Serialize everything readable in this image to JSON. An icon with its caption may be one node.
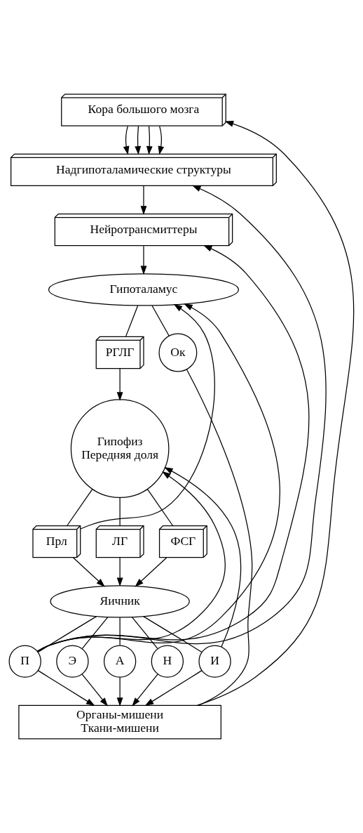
{
  "diagram": {
    "nodes": [
      {
        "text": [
          "Кора большого мозга"
        ]
      },
      {
        "text": [
          "Надгипоталамические структуры"
        ]
      },
      {
        "text": [
          "Нейротрансмиттеры"
        ]
      },
      {
        "text": [
          "Гипоталамус"
        ]
      },
      {
        "text": [
          "РГЛГ"
        ]
      },
      {
        "text": [
          "Ок"
        ]
      },
      {
        "text": [
          "Гипофиз",
          "Передняя доля"
        ]
      },
      {
        "text": [
          "Прл"
        ]
      },
      {
        "text": [
          "ЛГ"
        ]
      },
      {
        "text": [
          "ФСГ"
        ]
      },
      {
        "text": [
          "Яичник"
        ]
      },
      {
        "text": [
          "П"
        ]
      },
      {
        "text": [
          "Э"
        ]
      },
      {
        "text": [
          "А"
        ]
      },
      {
        "text": [
          "Н"
        ]
      },
      {
        "text": [
          "И"
        ]
      },
      {
        "text": [
          "Органы-мишени",
          "Ткани-мишени"
        ]
      }
    ],
    "edges": [
      {
        "from": 0,
        "to": 1,
        "arrow": "to"
      },
      {
        "from": 0,
        "to": 1,
        "arrow": "to"
      },
      {
        "from": 0,
        "to": 1,
        "arrow": "to"
      },
      {
        "from": 0,
        "to": 1,
        "arrow": "to"
      },
      {
        "from": 1,
        "to": 2,
        "arrow": "to"
      },
      {
        "from": 2,
        "to": 3,
        "arrow": "to"
      },
      {
        "from": 3,
        "to": 4,
        "arrow": "none"
      },
      {
        "from": 3,
        "to": 5,
        "arrow": "none"
      },
      {
        "from": 4,
        "to": 6,
        "arrow": "to"
      },
      {
        "from": 6,
        "to": 7,
        "arrow": "none"
      },
      {
        "from": 6,
        "to": 8,
        "arrow": "none"
      },
      {
        "from": 6,
        "to": 9,
        "arrow": "none"
      },
      {
        "from": 7,
        "to": 10,
        "arrow": "to"
      },
      {
        "from": 8,
        "to": 10,
        "arrow": "to"
      },
      {
        "from": 9,
        "to": 10,
        "arrow": "to"
      },
      {
        "from": 7,
        "to": 3,
        "arrow": "to"
      },
      {
        "from": 10,
        "to": 11,
        "arrow": "none"
      },
      {
        "from": 10,
        "to": 12,
        "arrow": "none"
      },
      {
        "from": 10,
        "to": 13,
        "arrow": "none"
      },
      {
        "from": 10,
        "to": 14,
        "arrow": "none"
      },
      {
        "from": 10,
        "to": 15,
        "arrow": "none"
      },
      {
        "from": 11,
        "to": 16,
        "arrow": "to"
      },
      {
        "from": 12,
        "to": 16,
        "arrow": "to"
      },
      {
        "from": 13,
        "to": 16,
        "arrow": "to"
      },
      {
        "from": 14,
        "to": 16,
        "arrow": "to"
      },
      {
        "from": 15,
        "to": 16,
        "arrow": "to"
      },
      {
        "from": 11,
        "to": 1,
        "arrow": "to"
      },
      {
        "from": 11,
        "to": 2,
        "arrow": "to"
      },
      {
        "from": 11,
        "to": 3,
        "arrow": "to"
      },
      {
        "from": 11,
        "to": 6,
        "arrow": "to"
      },
      {
        "from": 15,
        "to": 6,
        "arrow": "to"
      },
      {
        "from": 16,
        "to": 0,
        "arrow": "to"
      },
      {
        "from": 5,
        "to": 16,
        "arrow": "none"
      }
    ]
  }
}
